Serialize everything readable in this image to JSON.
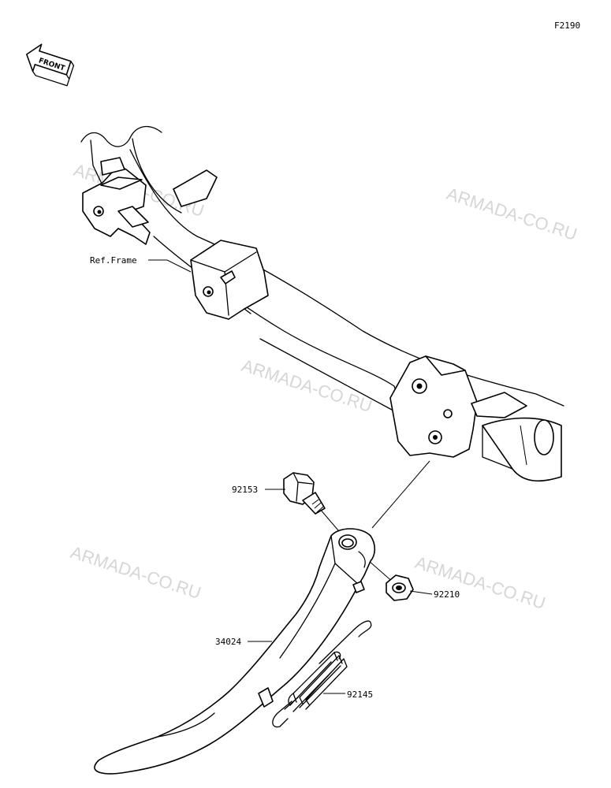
{
  "figure_code": "F2190",
  "front_badge": "FRONT",
  "watermark": "ARMADA-CO.RU",
  "ref_frame_label": "Ref.Frame",
  "parts": {
    "bolt": "92153",
    "stand": "34024",
    "nut": "92210",
    "spring": "92145"
  }
}
